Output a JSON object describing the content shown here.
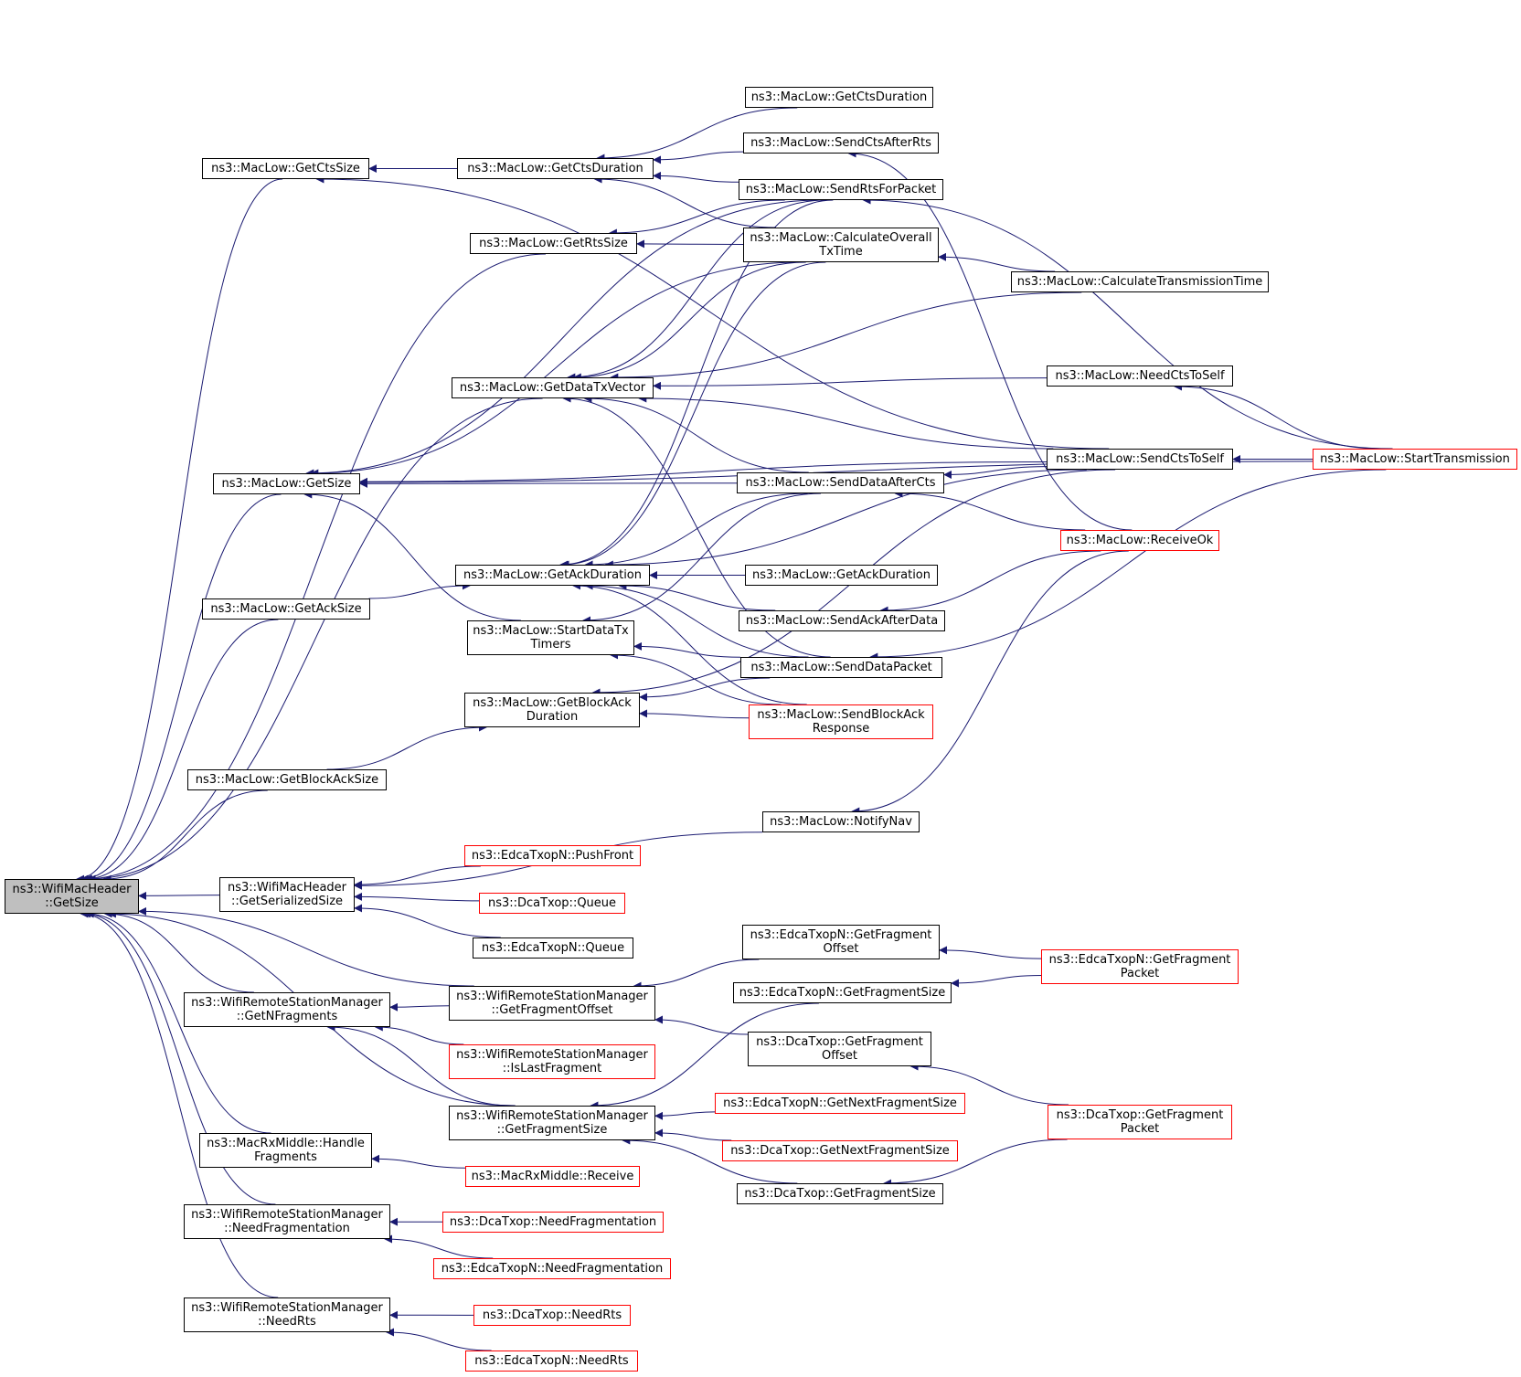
{
  "colors": {
    "edge": "#191970",
    "border": "#000000",
    "incomplete_border": "#ff0000",
    "root_fill": "#bfbfbf"
  },
  "nodes": [
    {
      "id": "root",
      "lines": [
        "ns3::WifiMacHeader",
        "::GetSize"
      ],
      "kind": "root"
    },
    {
      "id": "getctssize",
      "lines": [
        "ns3::MacLow::GetCtsSize"
      ]
    },
    {
      "id": "getctsduration",
      "lines": [
        "ns3::MacLow::GetCtsDuration"
      ]
    },
    {
      "id": "getctsduration2",
      "lines": [
        "ns3::MacLow::GetCtsDuration"
      ]
    },
    {
      "id": "sendctsafterrts",
      "lines": [
        "ns3::MacLow::SendCtsAfterRts"
      ]
    },
    {
      "id": "sendrtsforpacket",
      "lines": [
        "ns3::MacLow::SendRtsForPacket"
      ]
    },
    {
      "id": "getrtssize",
      "lines": [
        "ns3::MacLow::GetRtsSize"
      ]
    },
    {
      "id": "calcoverall",
      "lines": [
        "ns3::MacLow::CalculateOverall",
        "TxTime"
      ]
    },
    {
      "id": "calctrans",
      "lines": [
        "ns3::MacLow::CalculateTransmissionTime"
      ]
    },
    {
      "id": "getdatatxvector",
      "lines": [
        "ns3::MacLow::GetDataTxVector"
      ]
    },
    {
      "id": "needctstoself",
      "lines": [
        "ns3::MacLow::NeedCtsToSelf"
      ]
    },
    {
      "id": "getsize",
      "lines": [
        "ns3::MacLow::GetSize"
      ]
    },
    {
      "id": "senddataaftercts",
      "lines": [
        "ns3::MacLow::SendDataAfterCts"
      ]
    },
    {
      "id": "sendctstoself",
      "lines": [
        "ns3::MacLow::SendCtsToSelf"
      ]
    },
    {
      "id": "starttransmission",
      "lines": [
        "ns3::MacLow::StartTransmission"
      ],
      "kind": "red"
    },
    {
      "id": "receiveok",
      "lines": [
        "ns3::MacLow::ReceiveOk"
      ],
      "kind": "red"
    },
    {
      "id": "getackduration",
      "lines": [
        "ns3::MacLow::GetAckDuration"
      ]
    },
    {
      "id": "getackduration2",
      "lines": [
        "ns3::MacLow::GetAckDuration"
      ]
    },
    {
      "id": "getacksize",
      "lines": [
        "ns3::MacLow::GetAckSize"
      ]
    },
    {
      "id": "startdatatxtimers",
      "lines": [
        "ns3::MacLow::StartDataTx",
        "Timers"
      ]
    },
    {
      "id": "sendackafterdata",
      "lines": [
        "ns3::MacLow::SendAckAfterData"
      ]
    },
    {
      "id": "senddatapacket",
      "lines": [
        "ns3::MacLow::SendDataPacket"
      ]
    },
    {
      "id": "getblockackduration",
      "lines": [
        "ns3::MacLow::GetBlockAck",
        "Duration"
      ]
    },
    {
      "id": "sendblockackresponse",
      "lines": [
        "ns3::MacLow::SendBlockAck",
        "Response"
      ],
      "kind": "red"
    },
    {
      "id": "getblockacksize",
      "lines": [
        "ns3::MacLow::GetBlockAckSize"
      ]
    },
    {
      "id": "notifynav",
      "lines": [
        "ns3::MacLow::NotifyNav"
      ]
    },
    {
      "id": "getserializedsize",
      "lines": [
        "ns3::WifiMacHeader",
        "::GetSerializedSize"
      ]
    },
    {
      "id": "edca_pushfront",
      "lines": [
        "ns3::EdcaTxopN::PushFront"
      ],
      "kind": "red"
    },
    {
      "id": "dca_queue",
      "lines": [
        "ns3::DcaTxop::Queue"
      ],
      "kind": "red"
    },
    {
      "id": "edca_queue",
      "lines": [
        "ns3::EdcaTxopN::Queue"
      ]
    },
    {
      "id": "edca_getfragoffset",
      "lines": [
        "ns3::EdcaTxopN::GetFragment",
        "Offset"
      ]
    },
    {
      "id": "edca_getfragpacket",
      "lines": [
        "ns3::EdcaTxopN::GetFragment",
        "Packet"
      ],
      "kind": "red"
    },
    {
      "id": "wrsm_getfragoffset",
      "lines": [
        "ns3::WifiRemoteStationManager",
        "::GetFragmentOffset"
      ]
    },
    {
      "id": "edca_getfragsize",
      "lines": [
        "ns3::EdcaTxopN::GetFragmentSize"
      ]
    },
    {
      "id": "wrsm_getnfragments",
      "lines": [
        "ns3::WifiRemoteStationManager",
        "::GetNFragments"
      ]
    },
    {
      "id": "dca_getfragoffset",
      "lines": [
        "ns3::DcaTxop::GetFragment",
        "Offset"
      ]
    },
    {
      "id": "wrsm_islastfragment",
      "lines": [
        "ns3::WifiRemoteStationManager",
        "::IsLastFragment"
      ],
      "kind": "red"
    },
    {
      "id": "edca_getnextfragsize",
      "lines": [
        "ns3::EdcaTxopN::GetNextFragmentSize"
      ],
      "kind": "red"
    },
    {
      "id": "dca_getfragpacket",
      "lines": [
        "ns3::DcaTxop::GetFragment",
        "Packet"
      ],
      "kind": "red"
    },
    {
      "id": "wrsm_getfragsize",
      "lines": [
        "ns3::WifiRemoteStationManager",
        "::GetFragmentSize"
      ]
    },
    {
      "id": "dca_getnextfragsize",
      "lines": [
        "ns3::DcaTxop::GetNextFragmentSize"
      ],
      "kind": "red"
    },
    {
      "id": "macrx_handlefrag",
      "lines": [
        "ns3::MacRxMiddle::Handle",
        "Fragments"
      ]
    },
    {
      "id": "macrx_receive",
      "lines": [
        "ns3::MacRxMiddle::Receive"
      ],
      "kind": "red"
    },
    {
      "id": "dca_getfragsize",
      "lines": [
        "ns3::DcaTxop::GetFragmentSize"
      ]
    },
    {
      "id": "wrsm_needfrag",
      "lines": [
        "ns3::WifiRemoteStationManager",
        "::NeedFragmentation"
      ]
    },
    {
      "id": "dca_needfrag",
      "lines": [
        "ns3::DcaTxop::NeedFragmentation"
      ],
      "kind": "red"
    },
    {
      "id": "edca_needfrag",
      "lines": [
        "ns3::EdcaTxopN::NeedFragmentation"
      ],
      "kind": "red"
    },
    {
      "id": "wrsm_needrts",
      "lines": [
        "ns3::WifiRemoteStationManager",
        "::NeedRts"
      ]
    },
    {
      "id": "dca_needrts",
      "lines": [
        "ns3::DcaTxop::NeedRts"
      ],
      "kind": "red"
    },
    {
      "id": "edca_needrts",
      "lines": [
        "ns3::EdcaTxopN::NeedRts"
      ],
      "kind": "red"
    }
  ],
  "edges": [
    [
      "getctssize",
      "root"
    ],
    [
      "getrtssize",
      "root"
    ],
    [
      "getdatatxvector",
      "root"
    ],
    [
      "getsize",
      "root"
    ],
    [
      "getacksize",
      "root"
    ],
    [
      "getblockacksize",
      "root"
    ],
    [
      "getserializedsize",
      "root"
    ],
    [
      "wrsm_getfragoffset",
      "root"
    ],
    [
      "wrsm_getnfragments",
      "root"
    ],
    [
      "wrsm_getfragsize",
      "root"
    ],
    [
      "macrx_handlefrag",
      "root"
    ],
    [
      "wrsm_needfrag",
      "root"
    ],
    [
      "wrsm_needrts",
      "root"
    ],
    [
      "getctsduration",
      "getctssize"
    ],
    [
      "sendctstoself",
      "getctssize"
    ],
    [
      "getctsduration2",
      "getctsduration"
    ],
    [
      "sendctsafterrts",
      "getctsduration"
    ],
    [
      "sendrtsforpacket",
      "getctsduration"
    ],
    [
      "calcoverall",
      "getctsduration"
    ],
    [
      "sendrtsforpacket",
      "getrtssize"
    ],
    [
      "calcoverall",
      "getrtssize"
    ],
    [
      "sendrtsforpacket",
      "getdatatxvector"
    ],
    [
      "calcoverall",
      "getdatatxvector"
    ],
    [
      "calctrans",
      "getdatatxvector"
    ],
    [
      "needctstoself",
      "getdatatxvector"
    ],
    [
      "sendctstoself",
      "getdatatxvector"
    ],
    [
      "senddataaftercts",
      "getdatatxvector"
    ],
    [
      "senddatapacket",
      "getdatatxvector"
    ],
    [
      "sendrtsforpacket",
      "getsize"
    ],
    [
      "calcoverall",
      "getsize"
    ],
    [
      "sendctstoself",
      "getsize"
    ],
    [
      "senddataaftercts",
      "getsize"
    ],
    [
      "startdatatxtimers",
      "getsize"
    ],
    [
      "starttransmission",
      "getsize"
    ],
    [
      "getacksize",
      "getackduration"
    ],
    [
      "sendrtsforpacket",
      "getackduration"
    ],
    [
      "calcoverall",
      "getackduration"
    ],
    [
      "senddataaftercts",
      "getackduration"
    ],
    [
      "sendctstoself",
      "getackduration"
    ],
    [
      "getackduration2",
      "getackduration"
    ],
    [
      "sendackafterdata",
      "getackduration"
    ],
    [
      "senddatapacket",
      "getackduration"
    ],
    [
      "sendblockackresponse",
      "getackduration"
    ],
    [
      "senddataaftercts",
      "startdatatxtimers"
    ],
    [
      "senddatapacket",
      "startdatatxtimers"
    ],
    [
      "sendblockackresponse",
      "startdatatxtimers"
    ],
    [
      "senddatapacket",
      "getblockackduration"
    ],
    [
      "sendblockackresponse",
      "getblockackduration"
    ],
    [
      "sendctstoself",
      "getblockackduration"
    ],
    [
      "getblockacksize",
      "getblockackduration"
    ],
    [
      "receiveok",
      "sendctsafterrts"
    ],
    [
      "starttransmission",
      "sendrtsforpacket"
    ],
    [
      "calctrans",
      "calcoverall"
    ],
    [
      "starttransmission",
      "needctstoself"
    ],
    [
      "starttransmission",
      "sendctstoself"
    ],
    [
      "sendctstoself",
      "senddataaftercts"
    ],
    [
      "receiveok",
      "senddataaftercts"
    ],
    [
      "receiveok",
      "sendackafterdata"
    ],
    [
      "starttransmission",
      "senddatapacket"
    ],
    [
      "receiveok",
      "notifynav"
    ],
    [
      "notifynav",
      "getserializedsize"
    ],
    [
      "edca_pushfront",
      "getserializedsize"
    ],
    [
      "dca_queue",
      "getserializedsize"
    ],
    [
      "edca_queue",
      "getserializedsize"
    ],
    [
      "edca_getfragoffset",
      "wrsm_getfragoffset"
    ],
    [
      "dca_getfragoffset",
      "wrsm_getfragoffset"
    ],
    [
      "edca_getfragpacket",
      "edca_getfragoffset"
    ],
    [
      "edca_getfragpacket",
      "edca_getfragsize"
    ],
    [
      "wrsm_getfragoffset",
      "wrsm_getnfragments"
    ],
    [
      "wrsm_islastfragment",
      "wrsm_getnfragments"
    ],
    [
      "wrsm_getfragsize",
      "wrsm_getnfragments"
    ],
    [
      "edca_getfragsize",
      "wrsm_getfragsize"
    ],
    [
      "edca_getnextfragsize",
      "wrsm_getfragsize"
    ],
    [
      "dca_getnextfragsize",
      "wrsm_getfragsize"
    ],
    [
      "dca_getfragsize",
      "wrsm_getfragsize"
    ],
    [
      "dca_getfragpacket",
      "dca_getfragoffset"
    ],
    [
      "dca_getfragpacket",
      "dca_getfragsize"
    ],
    [
      "macrx_receive",
      "macrx_handlefrag"
    ],
    [
      "dca_needfrag",
      "wrsm_needfrag"
    ],
    [
      "edca_needfrag",
      "wrsm_needfrag"
    ],
    [
      "dca_needrts",
      "wrsm_needrts"
    ],
    [
      "edca_needrts",
      "wrsm_needrts"
    ]
  ]
}
